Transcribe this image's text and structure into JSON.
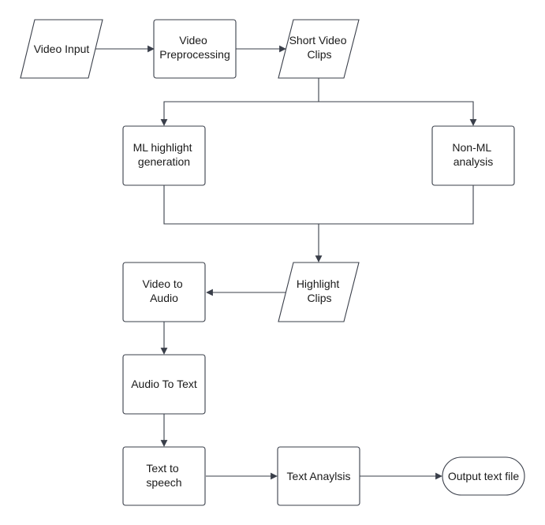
{
  "diagram": {
    "nodes": {
      "video_input": {
        "label": [
          "Video Input"
        ],
        "shape": "parallelogram"
      },
      "video_preprocessing": {
        "label": [
          "Video",
          "Preprocessing"
        ],
        "shape": "rectangle"
      },
      "short_video_clips": {
        "label": [
          "Short Video",
          "Clips"
        ],
        "shape": "parallelogram"
      },
      "ml_highlight": {
        "label": [
          "ML highlight",
          "generation"
        ],
        "shape": "rectangle"
      },
      "non_ml": {
        "label": [
          "Non-ML",
          "analysis"
        ],
        "shape": "rectangle"
      },
      "highlight_clips": {
        "label": [
          "Highlight",
          "Clips"
        ],
        "shape": "parallelogram"
      },
      "video_to_audio": {
        "label": [
          "Video to",
          "Audio"
        ],
        "shape": "rectangle"
      },
      "audio_to_text": {
        "label": [
          "Audio To Text"
        ],
        "shape": "rectangle"
      },
      "text_to_speech": {
        "label": [
          "Text to",
          "speech"
        ],
        "shape": "rectangle"
      },
      "text_analysis": {
        "label": [
          "Text Anaylsis"
        ],
        "shape": "rectangle"
      },
      "output_text_file": {
        "label": [
          "Output text file"
        ],
        "shape": "terminal"
      }
    },
    "edges": [
      {
        "from": "video_input",
        "to": "video_preprocessing"
      },
      {
        "from": "video_preprocessing",
        "to": "short_video_clips"
      },
      {
        "from": "short_video_clips",
        "to": "ml_highlight"
      },
      {
        "from": "short_video_clips",
        "to": "non_ml"
      },
      {
        "from": "ml_highlight",
        "to": "highlight_clips"
      },
      {
        "from": "non_ml",
        "to": "highlight_clips"
      },
      {
        "from": "highlight_clips",
        "to": "video_to_audio"
      },
      {
        "from": "video_to_audio",
        "to": "audio_to_text"
      },
      {
        "from": "audio_to_text",
        "to": "text_to_speech"
      },
      {
        "from": "text_to_speech",
        "to": "text_analysis"
      },
      {
        "from": "text_analysis",
        "to": "output_text_file"
      }
    ],
    "colors": {
      "stroke": "#3a3f4a",
      "fill": "#ffffff",
      "text": "#1a1a1a"
    }
  }
}
